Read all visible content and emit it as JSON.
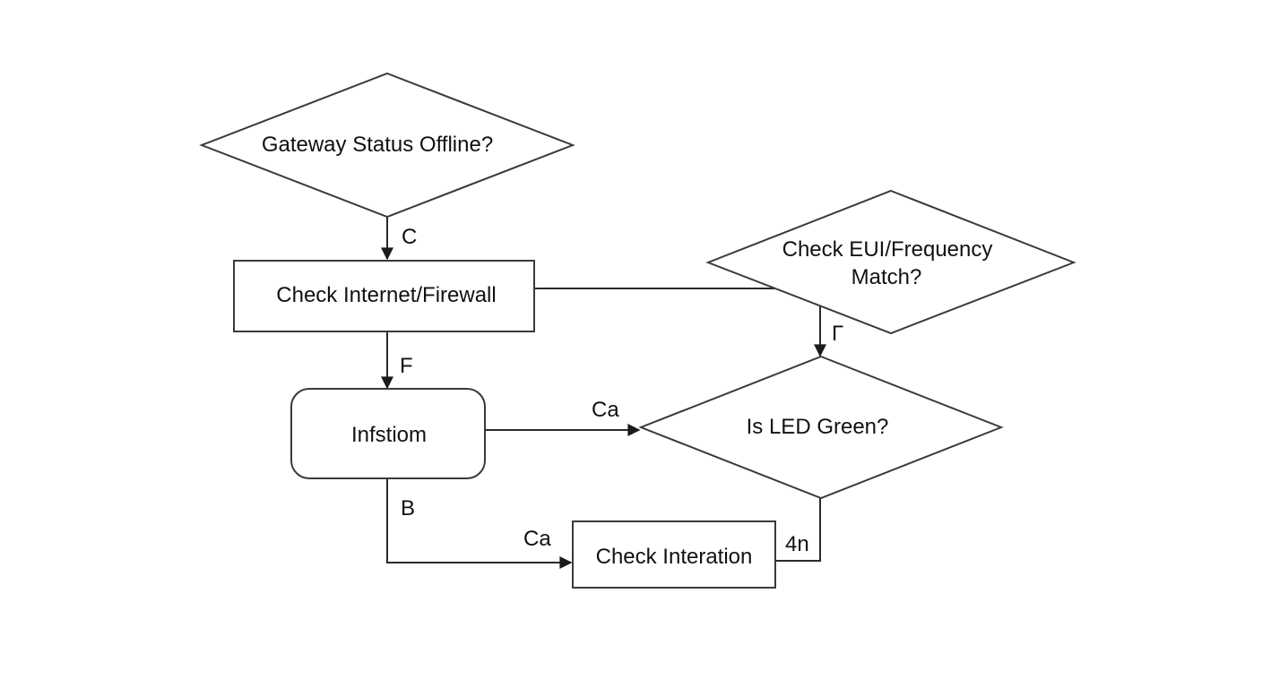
{
  "nodes": {
    "gateway_status": {
      "label": "Gateway Status Offline?"
    },
    "check_internet": {
      "label": "Check Internet/Firewall"
    },
    "check_eui": {
      "line1": "Check EUI/Frequency",
      "line2": "Match?"
    },
    "infstiom": {
      "label": "Infstiom"
    },
    "is_led_green": {
      "label": "Is LED Green?"
    },
    "check_interation": {
      "label": "Check Interation"
    }
  },
  "edges": {
    "gateway_to_internet": "C",
    "internet_to_infstiom": "F",
    "eui_to_led": "Γ",
    "infstiom_to_led": "Ca",
    "infstiom_down": "B",
    "to_interation": "Ca",
    "led_to_interation": "4n"
  },
  "colors": {
    "stroke": "#3a3a3a",
    "arrow": "#2a2a2a",
    "text": "#111111",
    "background": "#ffffff"
  }
}
